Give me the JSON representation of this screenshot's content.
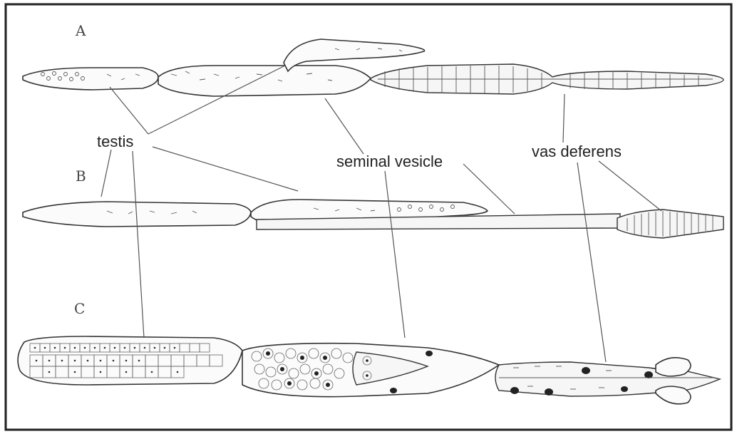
{
  "panels": {
    "a": "A",
    "b": "B",
    "c": "C"
  },
  "labels": {
    "testis": "testis",
    "seminal_vesicle": "seminal vesicle",
    "vas_deferens": "vas deferens"
  }
}
